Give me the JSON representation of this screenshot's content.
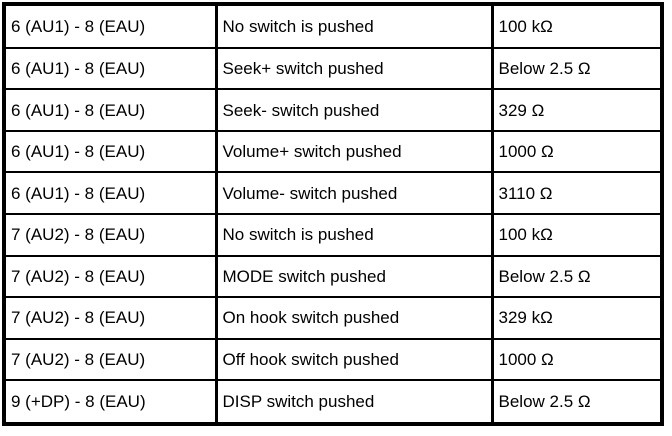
{
  "colors": {
    "border": "#000000",
    "background": "#ffffff",
    "text": "#000000"
  },
  "table": {
    "rows": [
      {
        "terminals": "6 (AU1) - 8 (EAU)",
        "condition": "No switch is pushed",
        "value": "100 kΩ"
      },
      {
        "terminals": "6 (AU1) - 8 (EAU)",
        "condition": "Seek+ switch pushed",
        "value": "Below 2.5 Ω"
      },
      {
        "terminals": "6 (AU1) - 8 (EAU)",
        "condition": "Seek- switch pushed",
        "value": "329 Ω"
      },
      {
        "terminals": "6 (AU1) - 8 (EAU)",
        "condition": "Volume+ switch pushed",
        "value": "1000 Ω"
      },
      {
        "terminals": "6 (AU1) - 8 (EAU)",
        "condition": "Volume- switch pushed",
        "value": "3110 Ω"
      },
      {
        "terminals": "7 (AU2) - 8 (EAU)",
        "condition": "No switch is pushed",
        "value": "100 kΩ"
      },
      {
        "terminals": "7 (AU2) - 8 (EAU)",
        "condition": "MODE switch pushed",
        "value": "Below 2.5 Ω"
      },
      {
        "terminals": "7 (AU2) - 8 (EAU)",
        "condition": "On hook switch pushed",
        "value": "329 kΩ"
      },
      {
        "terminals": "7 (AU2) - 8 (EAU)",
        "condition": "Off hook switch pushed",
        "value": "1000 Ω"
      },
      {
        "terminals": "9 (+DP) - 8 (EAU)",
        "condition": "DISP switch pushed",
        "value": "Below 2.5 Ω"
      }
    ]
  }
}
